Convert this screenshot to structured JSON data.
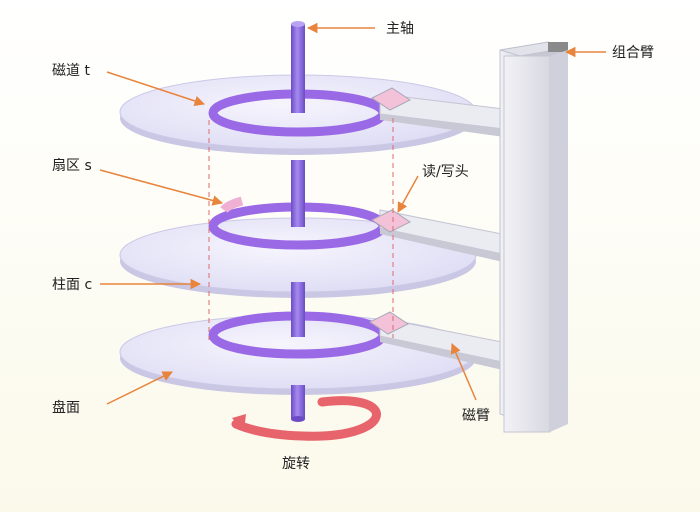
{
  "labels": {
    "spindle": "主轴",
    "track": "磁道 t",
    "sector": "扇区 s",
    "cylinder": "柱面 c",
    "platter": "盘面",
    "rotation": "旋转",
    "arm_assembly": "组合臂",
    "read_write_head": "读/写头",
    "disk_arm": "磁臂"
  },
  "colors": {
    "platter_fill": "#e8e6f8",
    "platter_edge": "#c8c6e2",
    "track_ring": "#9a6ae6",
    "spindle": "#8c68d8",
    "sector_highlight": "#f0b0d4",
    "arm": "#e6e6ee",
    "arrow": "#e8843c",
    "rotation_arrow": "#e8646c",
    "cylinder_dash": "#e06a6a"
  }
}
